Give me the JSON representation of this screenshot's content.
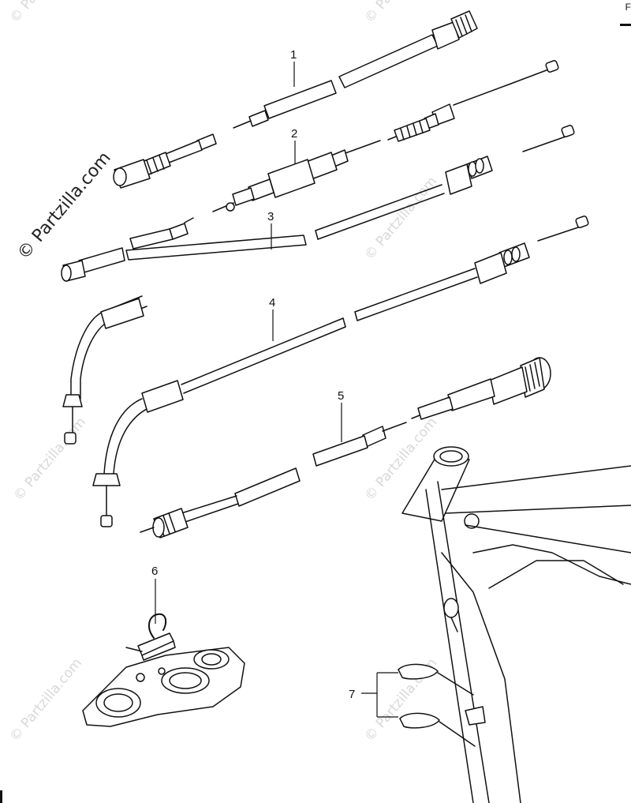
{
  "diagram": {
    "callouts": [
      {
        "id": "1",
        "label": "1"
      },
      {
        "id": "2",
        "label": "2"
      },
      {
        "id": "3",
        "label": "3"
      },
      {
        "id": "4",
        "label": "4"
      },
      {
        "id": "5",
        "label": "5"
      },
      {
        "id": "6",
        "label": "6"
      },
      {
        "id": "7",
        "label": "7"
      }
    ],
    "watermark": "© Partzilla.com",
    "corner_mark": "F"
  }
}
